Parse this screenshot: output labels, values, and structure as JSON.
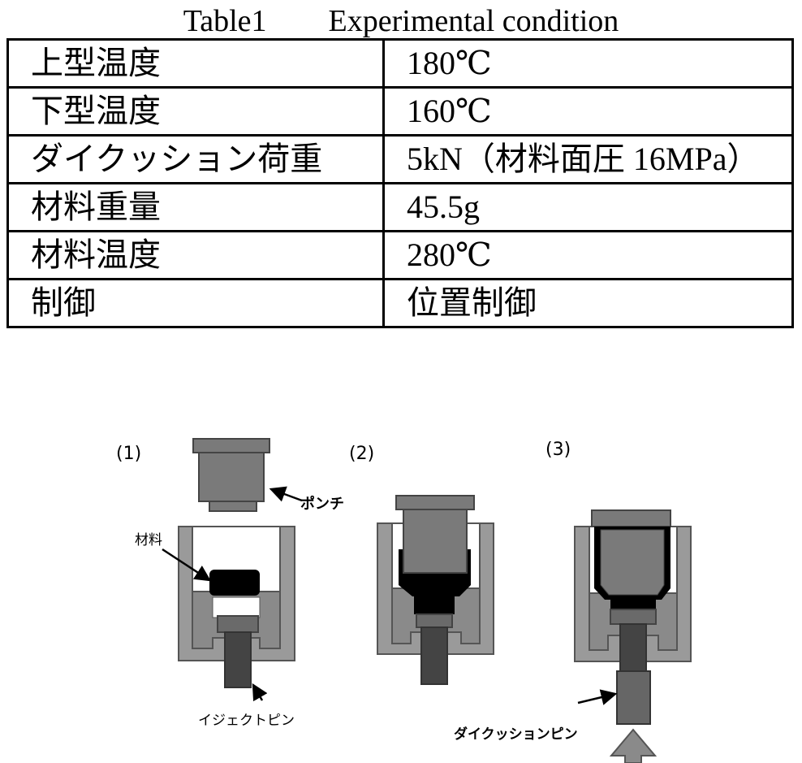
{
  "caption": "Table1　　Experimental condition",
  "table": {
    "rows": [
      {
        "label": "上型温度",
        "value": "180℃"
      },
      {
        "label": "下型温度",
        "value": "160℃"
      },
      {
        "label": "ダイクッション荷重",
        "value": "5kN（材料面圧 16MPa）"
      },
      {
        "label": "材料重量",
        "value": "45.5g"
      },
      {
        "label": "材料温度",
        "value": "280℃"
      },
      {
        "label": "制御",
        "value": "位置制御"
      }
    ]
  },
  "figure": {
    "steps": [
      "(1)",
      "(2)",
      "(3)"
    ],
    "labels": {
      "punch": "ポンチ",
      "material": "材料",
      "eject_pin": "イジェクトピン",
      "die_cushion_pin": "ダイクッションピン"
    }
  }
}
